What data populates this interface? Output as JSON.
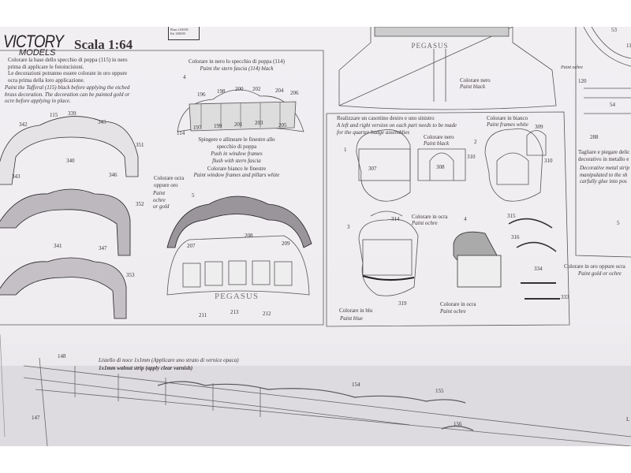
{
  "header": {
    "logo_line1": "VICTORY",
    "logo_line2": "MODELS",
    "scale": "Scala 1:64",
    "stamp": [
      "Plans 1100/05",
      "Kit 1300/05"
    ]
  },
  "tafferal": {
    "it": [
      "Colorare la base dello specchio di poppa (115) in nero",
      "prima di applicare le fotoincisioni.",
      "Le decorazioni potranno essere colorate in oro oppure",
      "ocra prima della loro applicazione."
    ],
    "en": [
      "Paint the Tafferal (115) black before applying the etched",
      "brass decoration. The decoration can be painted gold or",
      "ocre before applying in place."
    ],
    "parts": [
      "115",
      "339",
      "342",
      "345",
      "351",
      "340",
      "343",
      "346",
      "352",
      "341",
      "347",
      "353"
    ]
  },
  "stern": {
    "title_it": "Colorare in nero lo specchio di poppa (114)",
    "title_en": "Paint the stern fascia (114) black",
    "step4": "4",
    "parts": [
      "196",
      "198",
      "200",
      "202",
      "204",
      "206",
      "197",
      "199",
      "201",
      "203",
      "205",
      "114"
    ],
    "push_it": [
      "Spingere e allineare le finestre allo",
      "specchio di poppa"
    ],
    "push_en": [
      "Push in window frames",
      "flush with stern fascia"
    ],
    "white_it": "Colorare bianco le finestre",
    "white_en": "Paint window frames and pillars white",
    "ochre_it": [
      "Colorare ocra",
      "oppure oro"
    ],
    "ochre_en": [
      "Paint",
      "ochre",
      "or gold"
    ],
    "step5": "5",
    "parts2": [
      "207",
      "208",
      "209",
      "211",
      "213",
      "212"
    ],
    "name": "PEGASUS"
  },
  "badge": {
    "intro_it": "Realizzare un casottino destro e uno sinistro",
    "intro_en": [
      "A left and right version on each part needs to be made",
      "for the quarter badge assemblies"
    ],
    "black_it": "Colorare nero",
    "black_en": "Paint black",
    "white_it": "Colorare in bianco",
    "white_en": "Paint frames white",
    "steps": [
      "1",
      "2",
      "3",
      "4",
      "5"
    ],
    "parts": [
      "307",
      "308",
      "309",
      "310",
      "310",
      "314",
      "315",
      "316",
      "334",
      "333",
      "319"
    ],
    "ochre_it": "Colorare in ocra",
    "ochre_en": "Paint ochre",
    "gold_it": "Colorare in oro oppure ocra",
    "gold_en": "Paint gold or ochre",
    "blue_it": "Colorare in blu",
    "blue_en": "Paint blue",
    "ochre2_it": "Colorare in ocra",
    "ochre2_en": "Paint ochre"
  },
  "top_stern": {
    "name": "PEGASUS",
    "black_it": "Colorare nero",
    "black_en": "Paint black"
  },
  "top_right": {
    "parts": [
      "53",
      "11",
      "120",
      "54",
      "288"
    ],
    "ochre_en": "Paint ochre",
    "cut_it": [
      "Tagliare e piegare delic",
      "decorativo in metallo e"
    ],
    "cut_en": [
      "Decorative metal strip",
      "manipulated to the sh",
      "carfully glue into pos"
    ]
  },
  "hull": {
    "strip_it": "Listello di noce 1x1mm (Applicare uno strato di vernice opaca)",
    "strip_en": "1x1mm walnut strip (apply clear varnish)",
    "parts": [
      "148",
      "147",
      "154",
      "155",
      "156"
    ],
    "edge": "L"
  }
}
